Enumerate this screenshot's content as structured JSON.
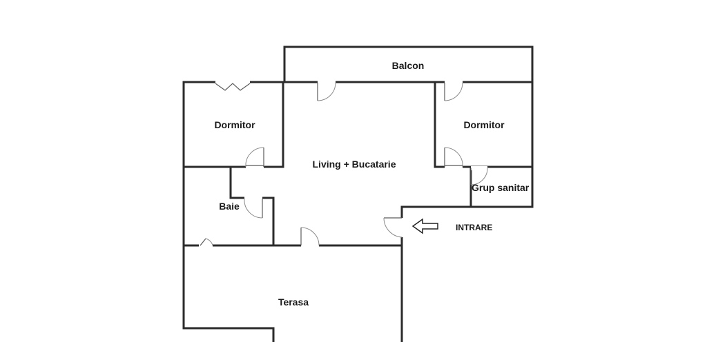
{
  "rooms": {
    "balcon": "Balcon",
    "dormitor_left": "Dormitor",
    "dormitor_right": "Dormitor",
    "living": "Living + Bucatarie",
    "grup_sanitar": "Grup sanitar",
    "baie": "Baie",
    "terasa": "Terasa"
  },
  "entrance": {
    "label": "INTRARE"
  },
  "icons": {
    "entrance_arrow": "arrow-left-icon"
  }
}
